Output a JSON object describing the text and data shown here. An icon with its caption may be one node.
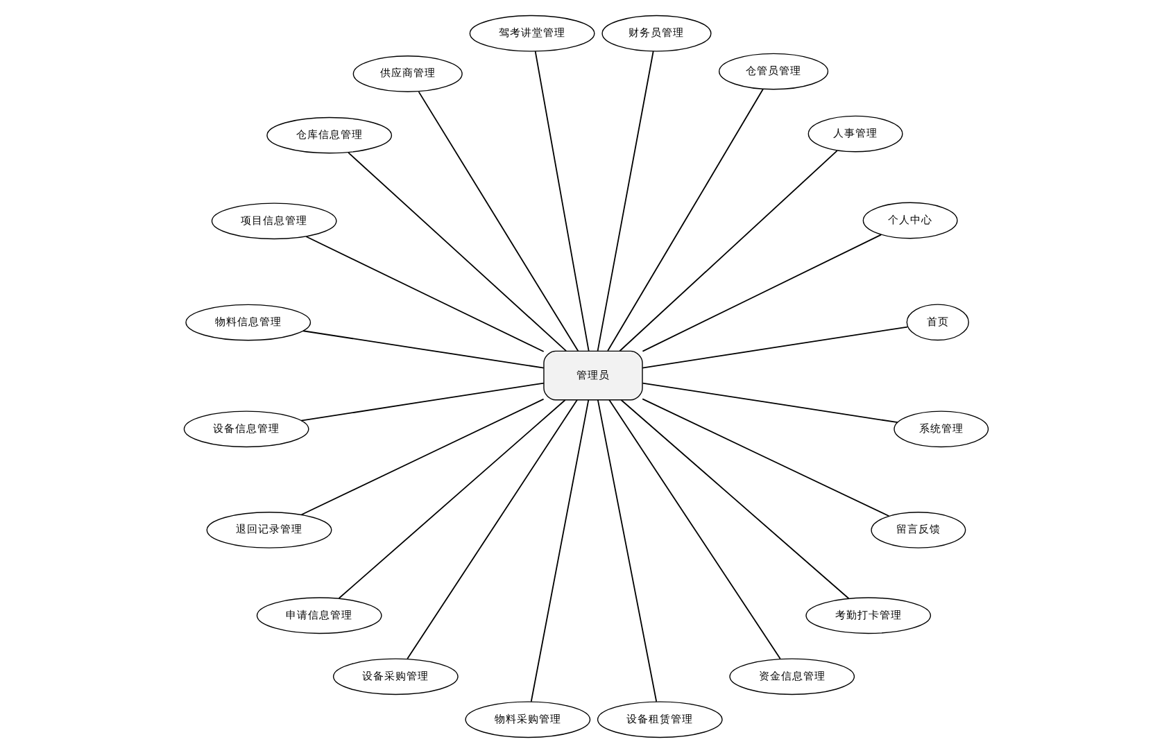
{
  "diagram": {
    "nodes": [
      {
        "text": [
          "管理员"
        ]
      },
      {
        "text": [
          "首页"
        ]
      },
      {
        "text": [
          "个人中心"
        ]
      },
      {
        "text": [
          "人事管理"
        ]
      },
      {
        "text": [
          "仓管员管理"
        ]
      },
      {
        "text": [
          "财务员管理"
        ]
      },
      {
        "text": [
          "驾考讲堂管理"
        ]
      },
      {
        "text": [
          "供应商管理"
        ]
      },
      {
        "text": [
          "仓库信息管理"
        ]
      },
      {
        "text": [
          "项目信息管理"
        ]
      },
      {
        "text": [
          "物料信息管理"
        ]
      },
      {
        "text": [
          "设备信息管理"
        ]
      },
      {
        "text": [
          "退回记录管理"
        ]
      },
      {
        "text": [
          "申请信息管理"
        ]
      },
      {
        "text": [
          "设备采购管理"
        ]
      },
      {
        "text": [
          "物料采购管理"
        ]
      },
      {
        "text": [
          "设备租赁管理"
        ]
      },
      {
        "text": [
          "资金信息管理"
        ]
      },
      {
        "text": [
          "考勤打卡管理"
        ]
      },
      {
        "text": [
          "留言反馈"
        ]
      },
      {
        "text": [
          "系统管理"
        ]
      }
    ],
    "edges": [
      {
        "from": 0,
        "to": 1,
        "arrow": "none"
      },
      {
        "from": 0,
        "to": 2,
        "arrow": "none"
      },
      {
        "from": 0,
        "to": 3,
        "arrow": "none"
      },
      {
        "from": 0,
        "to": 4,
        "arrow": "none"
      },
      {
        "from": 0,
        "to": 5,
        "arrow": "none"
      },
      {
        "from": 0,
        "to": 6,
        "arrow": "none"
      },
      {
        "from": 0,
        "to": 7,
        "arrow": "none"
      },
      {
        "from": 0,
        "to": 8,
        "arrow": "none"
      },
      {
        "from": 0,
        "to": 9,
        "arrow": "none"
      },
      {
        "from": 0,
        "to": 10,
        "arrow": "none"
      },
      {
        "from": 0,
        "to": 11,
        "arrow": "none"
      },
      {
        "from": 0,
        "to": 12,
        "arrow": "none"
      },
      {
        "from": 0,
        "to": 13,
        "arrow": "none"
      },
      {
        "from": 0,
        "to": 14,
        "arrow": "none"
      },
      {
        "from": 0,
        "to": 15,
        "arrow": "none"
      },
      {
        "from": 0,
        "to": 16,
        "arrow": "none"
      },
      {
        "from": 0,
        "to": 17,
        "arrow": "none"
      },
      {
        "from": 0,
        "to": 18,
        "arrow": "none"
      },
      {
        "from": 0,
        "to": 19,
        "arrow": "none"
      },
      {
        "from": 0,
        "to": 20,
        "arrow": "none"
      }
    ]
  }
}
